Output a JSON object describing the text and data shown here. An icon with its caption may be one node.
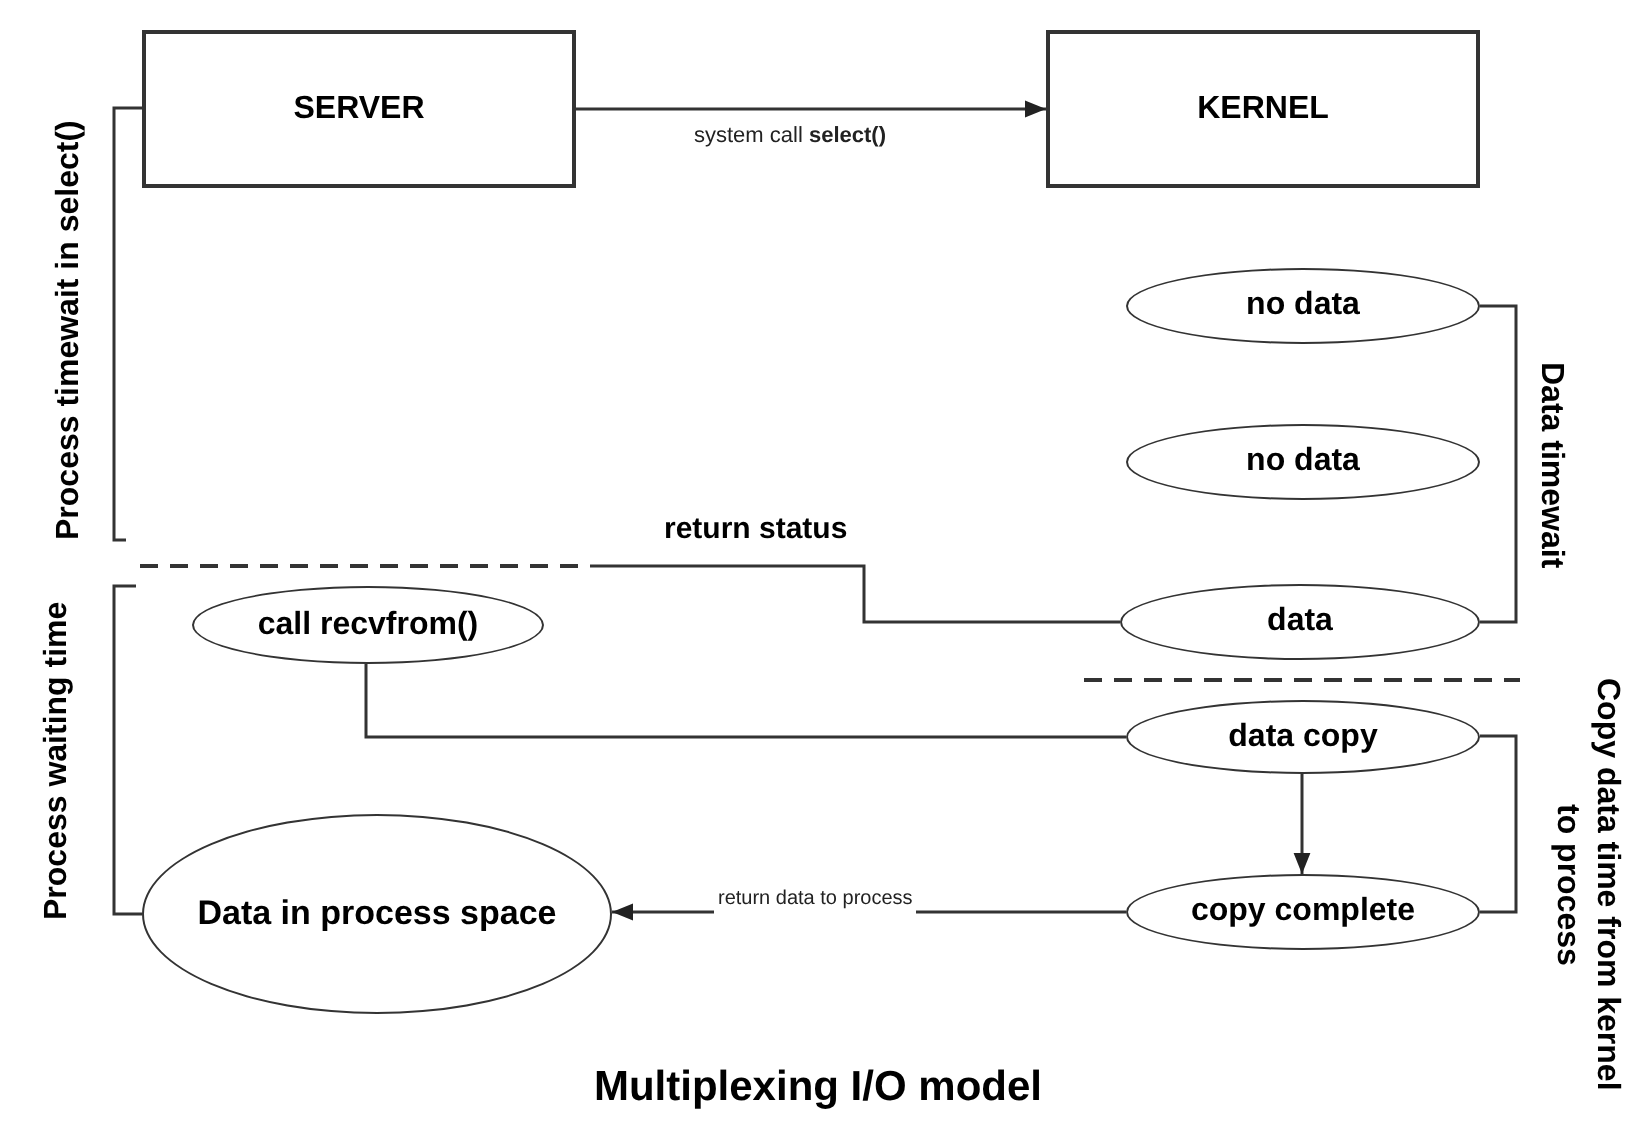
{
  "diagram": {
    "caption": "Multiplexing I/O model",
    "nodes": [
      {
        "text": [
          "SERVER"
        ]
      },
      {
        "text": [
          "KERNEL"
        ]
      },
      {
        "text": [
          "no data"
        ]
      },
      {
        "text": [
          "no data"
        ]
      },
      {
        "text": [
          "data"
        ]
      },
      {
        "text": [
          "call recvfrom()"
        ]
      },
      {
        "text": [
          "data copy"
        ]
      },
      {
        "text": [
          "copy complete"
        ]
      },
      {
        "text": [
          "Data in process space"
        ]
      }
    ],
    "edges": [
      {
        "from": 0,
        "to": 1,
        "arrow": "to",
        "label": "system call **select()**"
      },
      {
        "from": 4,
        "to": null,
        "arrow": "none",
        "label": "return status"
      },
      {
        "from": 5,
        "to": 6,
        "arrow": "none"
      },
      {
        "from": 6,
        "to": 7,
        "arrow": "to"
      },
      {
        "from": 7,
        "to": 8,
        "arrow": "to",
        "label": "return data to process"
      }
    ],
    "labels": [
      "Process timewait in select()",
      "Data timewait",
      "Process waiting time",
      "Copy data time from kernel to process"
    ]
  }
}
